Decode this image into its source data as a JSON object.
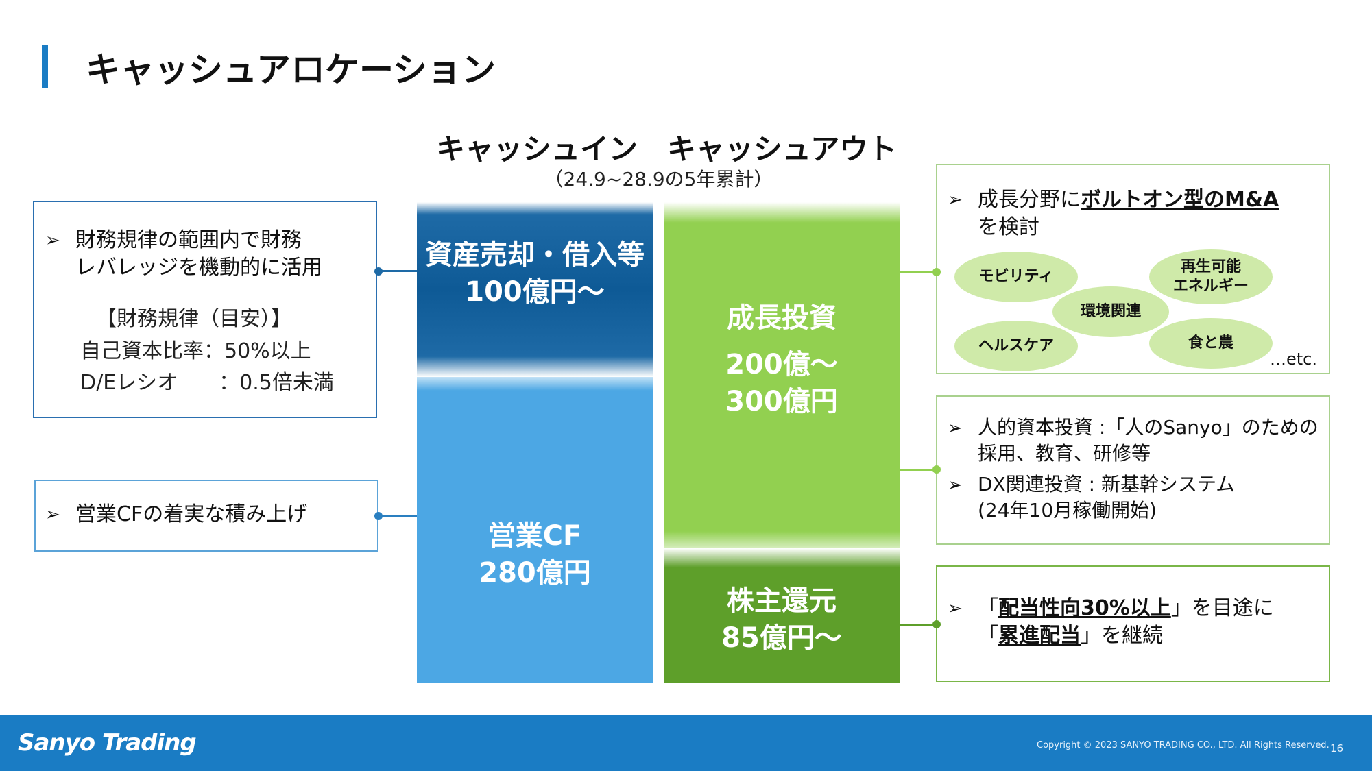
{
  "title": "キャッシュアロケーション",
  "columns": {
    "in_title": "キャッシュイン",
    "out_title": "キャッシュアウト",
    "period": "（24.9~28.9の5年累計）"
  },
  "cash_in": {
    "borrow_label": "資産売却・借入等",
    "borrow_value": "100億円～",
    "cf_label": "営業CF",
    "cf_value": "280億円"
  },
  "cash_out": {
    "growth_label": "成長投資",
    "growth_value_1": "200億～",
    "growth_value_2": "300億円",
    "return_label": "株主還元",
    "return_value": "85億円～"
  },
  "left_boxes": {
    "fin": {
      "bullet_line1": "財務規律の範囲内で財務",
      "bullet_line2": "レバレッジを機動的に活用",
      "rule_title": "【財務規律（目安）】",
      "rule_1": "自己資本比率：50%以上",
      "rule_2": "D/Eレシオ　　：0.5倍未満"
    },
    "cf": {
      "bullet": "営業CFの着実な積み上げ"
    }
  },
  "right_boxes": {
    "ma": {
      "prefix": "成長分野に",
      "emph": "ボルトオン型のM&A",
      "line2": "を検討",
      "fields": [
        "モビリティ",
        "再生可能\nエネルギー",
        "環境関連",
        "ヘルスケア",
        "食と農"
      ],
      "etc": "…etc."
    },
    "hc": {
      "bullet1_line1": "人的資本投資 :「人のSanyo」のための",
      "bullet1_line2": "採用、教育、研修等",
      "bullet2_line1": "DX関連投資 : 新基幹システム",
      "bullet2_line2": "(24年10月稼働開始)"
    },
    "div": {
      "l1_open": "「",
      "l1_emph": "配当性向30%以上",
      "l1_close": "」を目途に",
      "l2_open": "「",
      "l2_emph": "累進配当",
      "l2_close": "」を継続"
    }
  },
  "bullet_glyph": "➢",
  "footer": {
    "logo": "Sanyo Trading",
    "copyright": "Copyright © 2023 SANYO TRADING CO., LTD. All Rights Reserved.",
    "page": "16"
  },
  "colors": {
    "accent_blue": "#1a7cc4",
    "borrow_navy": "#0e5a96",
    "cf_blue": "#4ca7e4",
    "growth_green": "#92d050",
    "return_green": "#5e9f2a",
    "field_ellipse": "#cfeaa9"
  }
}
